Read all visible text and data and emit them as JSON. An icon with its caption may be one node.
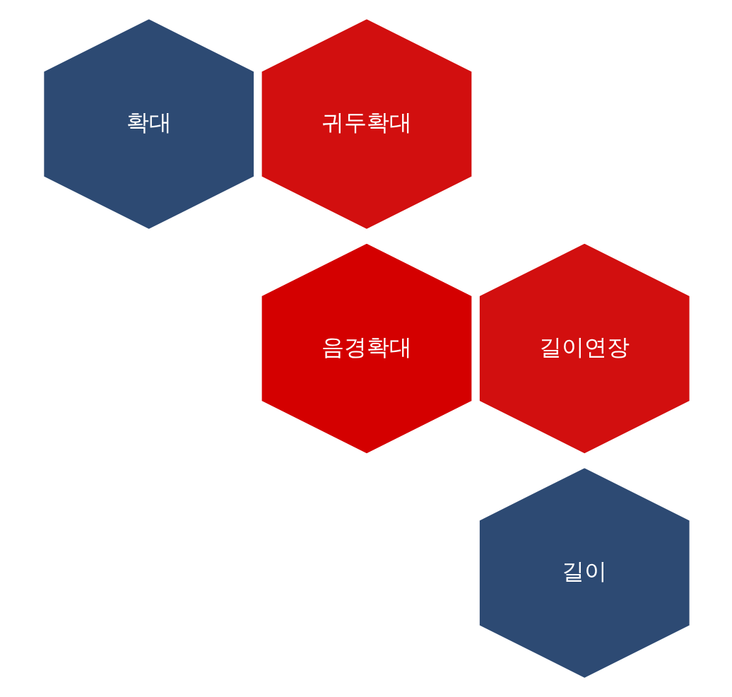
{
  "diagram": {
    "nodes": [
      {
        "text": [
          "확대"
        ]
      },
      {
        "text": [
          "귀두확대"
        ]
      },
      {
        "text": [
          "음경확대"
        ]
      },
      {
        "text": [
          "길이연장"
        ]
      },
      {
        "text": [
          "길이"
        ]
      }
    ]
  }
}
